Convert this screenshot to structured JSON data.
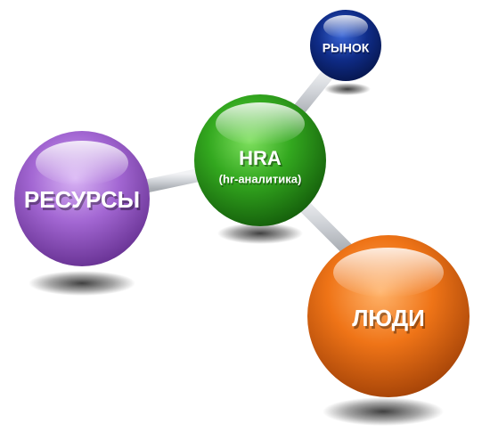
{
  "diagram": {
    "center_node": {
      "title": "HRA",
      "subtitle": "(hr-аналитика)",
      "color": "#2fa31e"
    },
    "nodes": [
      {
        "id": "market",
        "label": "РЫНОК",
        "color": "#0d2b7a"
      },
      {
        "id": "resources",
        "label": "РЕСУРСЫ",
        "color": "#9b5cc9"
      },
      {
        "id": "people",
        "label": "ЛЮДИ",
        "color": "#e86a12"
      }
    ],
    "connector_color": "#d9dbdf"
  }
}
